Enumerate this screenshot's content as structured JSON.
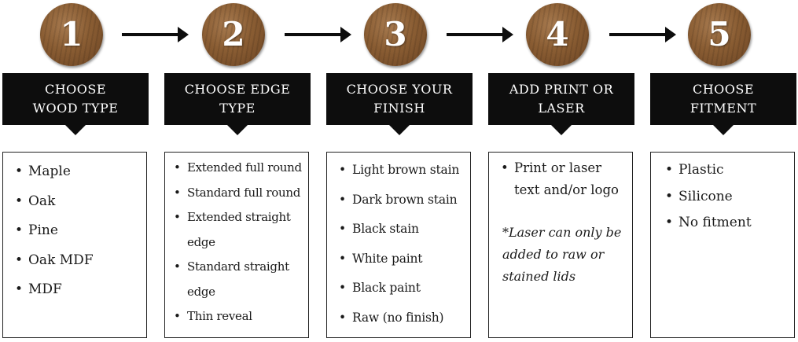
{
  "steps": [
    {
      "number": "1",
      "title_line1": "CHOOSE",
      "title_line2": "WOOD TYPE",
      "items": [
        "Maple",
        "Oak",
        "Pine",
        "Oak MDF",
        "MDF"
      ]
    },
    {
      "number": "2",
      "title_line1": "CHOOSE EDGE",
      "title_line2": "TYPE",
      "items": [
        "Extended full round",
        "Standard full round",
        "Extended straight edge",
        "Standard straight edge",
        "Thin reveal"
      ]
    },
    {
      "number": "3",
      "title_line1": "CHOOSE YOUR",
      "title_line2": "FINISH",
      "items": [
        "Light brown stain",
        "Dark brown stain",
        "Black stain",
        "White paint",
        "Black paint",
        "Raw (no finish)"
      ]
    },
    {
      "number": "4",
      "title_line1": "ADD PRINT OR",
      "title_line2": "LASER",
      "items": [
        "Print or laser text and/or logo"
      ],
      "note": "*Laser can only be added to raw or stained lids"
    },
    {
      "number": "5",
      "title_line1": "CHOOSE",
      "title_line2": "FITMENT",
      "items": [
        "Plastic",
        "Silicone",
        "No fitment"
      ]
    }
  ],
  "colors": {
    "header_bg": "#0d0d0d",
    "header_text": "#ffffff",
    "wood": "#8a5d33",
    "border": "#222222"
  }
}
